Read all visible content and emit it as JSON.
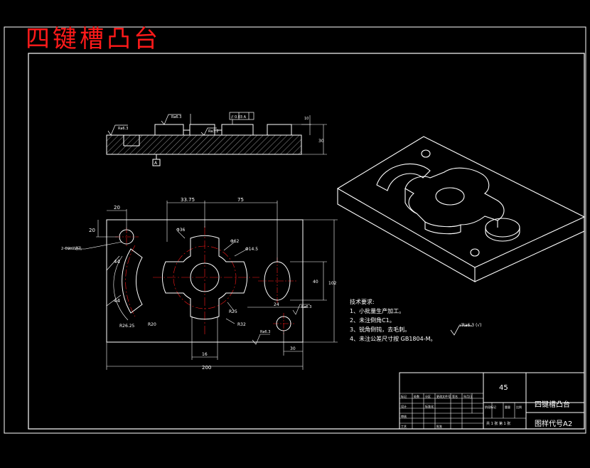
{
  "title": "四键槽凸台",
  "notes": {
    "heading": "技术要求:",
    "items": [
      "1、小批量生产加工。",
      "2、未注倒角C1。",
      "3、锐角倒钝，去毛刺。",
      "4、未注公差尺寸按 GB1804-M。"
    ]
  },
  "roughness_note": "√Ra6.3 (√)",
  "title_block": {
    "material": "45",
    "part_name": "四键槽凸台",
    "drawing_no": "图样代号A2",
    "row_labels": [
      "标记",
      "处数",
      "分区",
      "更改文件号",
      "签名",
      "年月日"
    ],
    "row_labels2": [
      "设计",
      "标准化",
      "阶段标记",
      "重量",
      "比例"
    ],
    "row_labels3": [
      "审核",
      "工艺",
      "批准"
    ],
    "sheet_info": "共 1 张  第 1 张"
  },
  "dims": {
    "d20a": "20",
    "d20b": "20",
    "d33_75": "33.75",
    "d75": "75",
    "d2holes": "2-Φ9H7通孔",
    "d44a": "44",
    "d44b": "44",
    "dR26": "R26.25",
    "dR20": "R20",
    "d136": "Φ36",
    "d162": "Φ62",
    "d_r14": "Φ14.5",
    "d40": "40",
    "d24": "24",
    "d102": "102",
    "dR25": "R25",
    "dR32": "R32",
    "d16": "16",
    "d30": "30",
    "d200": "200",
    "dRa63a": "Ra6.3",
    "dRa63b": "Ra6.3",
    "dRa63c": "Ra3.2",
    "dRa63d": "Ra6.3",
    "dRa63e": "Ra6.3",
    "flat": "// 0.03 A",
    "datumA": "A",
    "d10": "10",
    "d30b": "30"
  },
  "colors": {
    "line": "#ffffff",
    "red": "#ff1a1a",
    "background": "#000000"
  }
}
